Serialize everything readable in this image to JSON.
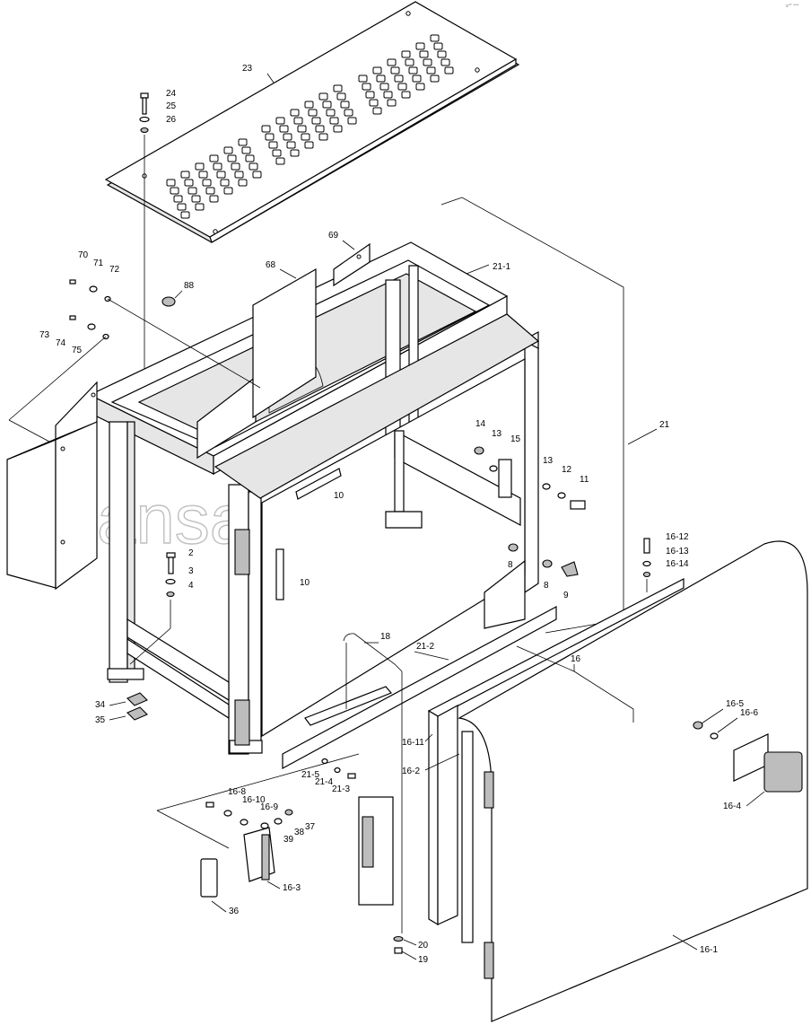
{
  "watermark": "ansat-parts.ru",
  "corner_mark": "sᴬᵀ ᵃᵃᵃ",
  "callouts": [
    {
      "id": "c23",
      "text": "23"
    },
    {
      "id": "c24",
      "text": "24"
    },
    {
      "id": "c25",
      "text": "25"
    },
    {
      "id": "c26",
      "text": "26"
    },
    {
      "id": "c69",
      "text": "69"
    },
    {
      "id": "c21-1",
      "text": "21-1"
    },
    {
      "id": "c68",
      "text": "68"
    },
    {
      "id": "c70",
      "text": "70"
    },
    {
      "id": "c71",
      "text": "71"
    },
    {
      "id": "c72",
      "text": "72"
    },
    {
      "id": "c88",
      "text": "88"
    },
    {
      "id": "c73",
      "text": "73"
    },
    {
      "id": "c74",
      "text": "74"
    },
    {
      "id": "c75",
      "text": "75"
    },
    {
      "id": "c21",
      "text": "21"
    },
    {
      "id": "c14",
      "text": "14"
    },
    {
      "id": "c13a",
      "text": "13"
    },
    {
      "id": "c15",
      "text": "15"
    },
    {
      "id": "c13b",
      "text": "13"
    },
    {
      "id": "c12",
      "text": "12"
    },
    {
      "id": "c11",
      "text": "11"
    },
    {
      "id": "c10a",
      "text": "10"
    },
    {
      "id": "c10b",
      "text": "10"
    },
    {
      "id": "c2",
      "text": "2"
    },
    {
      "id": "c3",
      "text": "3"
    },
    {
      "id": "c4",
      "text": "4"
    },
    {
      "id": "c16-12",
      "text": "16-12"
    },
    {
      "id": "c16-13",
      "text": "16-13"
    },
    {
      "id": "c16-14",
      "text": "16-14"
    },
    {
      "id": "c8a",
      "text": "8"
    },
    {
      "id": "c8b",
      "text": "8"
    },
    {
      "id": "c9",
      "text": "9"
    },
    {
      "id": "c18",
      "text": "18"
    },
    {
      "id": "c21-2",
      "text": "21-2"
    },
    {
      "id": "c16",
      "text": "16"
    },
    {
      "id": "c34",
      "text": "34"
    },
    {
      "id": "c35",
      "text": "35"
    },
    {
      "id": "c16-5",
      "text": "16-5"
    },
    {
      "id": "c16-6",
      "text": "16-6"
    },
    {
      "id": "c16-11",
      "text": "16-11"
    },
    {
      "id": "c16-2",
      "text": "16-2"
    },
    {
      "id": "c16-4",
      "text": "16-4"
    },
    {
      "id": "c21-5",
      "text": "21-5"
    },
    {
      "id": "c21-4",
      "text": "21-4"
    },
    {
      "id": "c21-3",
      "text": "21-3"
    },
    {
      "id": "c16-8",
      "text": "16-8"
    },
    {
      "id": "c16-10",
      "text": "16-10"
    },
    {
      "id": "c16-9",
      "text": "16-9"
    },
    {
      "id": "c37",
      "text": "37"
    },
    {
      "id": "c38",
      "text": "38"
    },
    {
      "id": "c39",
      "text": "39"
    },
    {
      "id": "c16-3",
      "text": "16-3"
    },
    {
      "id": "c36",
      "text": "36"
    },
    {
      "id": "c20",
      "text": "20"
    },
    {
      "id": "c19",
      "text": "19"
    },
    {
      "id": "c16-1",
      "text": "16-1"
    }
  ]
}
